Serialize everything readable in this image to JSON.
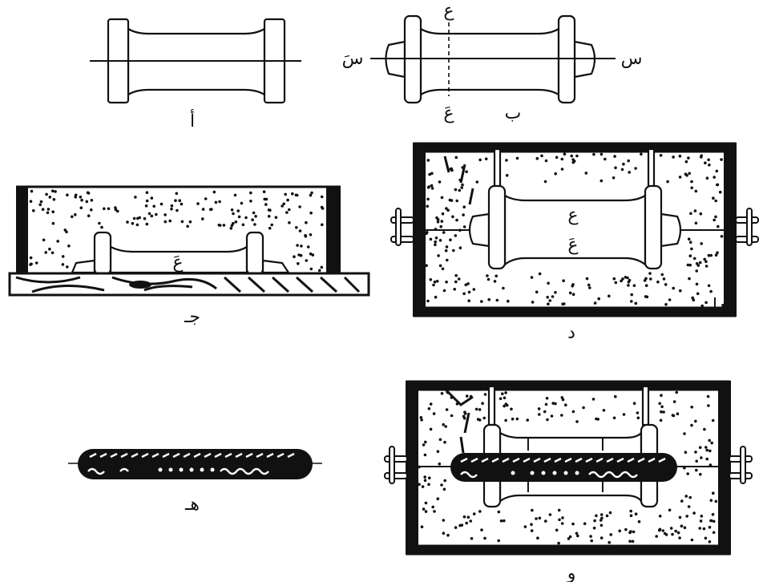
{
  "figure": {
    "panels": {
      "a": {
        "caption": "أ"
      },
      "b": {
        "caption": "ب",
        "axis_top": "ع",
        "axis_bottom": "عَ",
        "axis_right": "س",
        "axis_left": "سَ"
      },
      "c": {
        "caption": "جـ",
        "pattern_label": "عَ"
      },
      "d": {
        "caption": "د",
        "upper_label": "ع",
        "lower_label": "عَ",
        "marker": "I"
      },
      "e": {
        "caption": "هـ"
      },
      "f": {
        "caption": "و",
        "marker": "I"
      }
    },
    "colors": {
      "ink": "#111111",
      "paper": "#ffffff"
    }
  }
}
